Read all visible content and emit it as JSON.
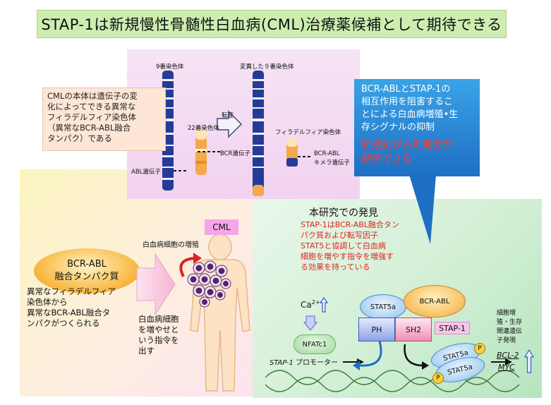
{
  "title": "STAP-1は新規慢性骨髄性白血病(CML)治療薬候補として期待できる",
  "chromosome_panel": {
    "chr9_label": "9番染色体",
    "chr9_mut_label": "変異した９番染色体",
    "chr22_label": "22番染色体",
    "translocation_label": "転座",
    "philadelphia_label": "フィラデルフィア染色体",
    "bcr_gene_label": "BCR遺伝子",
    "abl_gene_label": "ABL遺伝子",
    "bcr_abl_gene_label_1": "BCR-ABL",
    "bcr_abl_gene_label_2": "キメラ遺伝子"
  },
  "cml_note": {
    "line1": "CMLの本体は遺伝子の変",
    "line2": "化によってできる異常な",
    "line3": "フィラデルフィア染色体",
    "line4": "（異常なBCR-ABL融合",
    "line5": "タンパク）である"
  },
  "blue_callout": {
    "line1": "BCR-ABLとSTAP-1の",
    "line2": "相互作用を阻害するこ",
    "line3": "とによる白血病増殖•生",
    "line4": "存シグナルの抑制",
    "red1": "新規抗がん剤開発が",
    "red2": "期待できる"
  },
  "left_panel": {
    "oval_line1": "BCR-ABL",
    "oval_line2": "融合タンパク質",
    "abn_line1": "異常なフィラデルフィア",
    "abn_line2": "染色体から",
    "abn_line3": "異常なBCR-ABL融合タ",
    "abn_line4": "ンパクがつくられる",
    "cml_tag": "CML",
    "growth_label": "白血病細胞の増殖",
    "instr_line1": "白血病細胞",
    "instr_line2": "を増やせと",
    "instr_line3": "いう指令を",
    "instr_line4": "出す"
  },
  "right_panel": {
    "heading": "本研究での発見",
    "find1": "STAP-1はBCR-ABL融合タン",
    "find2": "パク質および転写因子",
    "find3": "STAT5と協調して白血病",
    "find4": "細胞を増やす指令を増強す",
    "find5": "る効果を持っている",
    "ca_label": "Ca",
    "ca_sup": "2+",
    "nfat_label": "NFATc1",
    "promoter_label_italic": "STAP-1",
    "promoter_label_rest": " プロモーター",
    "stat5a_top": "STAT5a",
    "bcr_abl_pill": "BCR-ABL",
    "ph_label": "PH",
    "sh2_label": "SH2",
    "stap1_label": "STAP-1",
    "stat5a_back": "STAT5a",
    "stat5a_front": "STAT5a",
    "p_label": "P",
    "gene_line1": "細胞増",
    "gene_line2": "殖・生存",
    "gene_line3": "関連遺伝",
    "gene_line4": "子発現",
    "bcl2": "BCL-2",
    "myc": "MYC"
  },
  "colors": {
    "title_bg": "#cdeeb0",
    "callout_blue": "#1e6fc4",
    "red_text": "#e0241f",
    "oval_orange": "#f8b53a",
    "chromosome_blue": "#243c96",
    "chromosome_orange": "#f6a94a"
  }
}
